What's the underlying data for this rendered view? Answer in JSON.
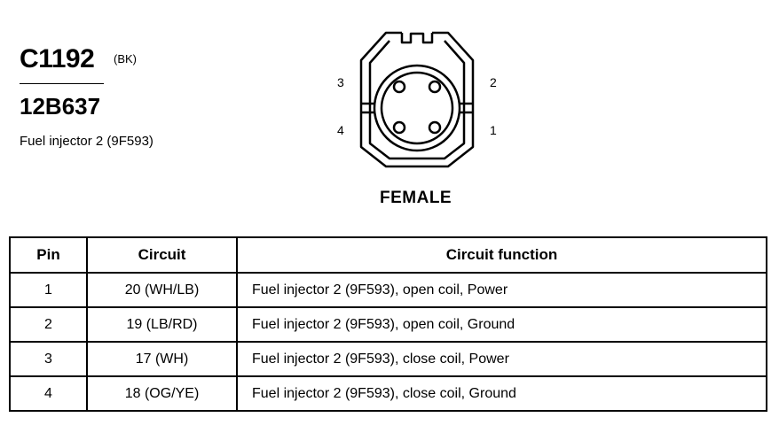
{
  "connector": {
    "id": "C1192",
    "color_code": "(BK)",
    "part_number": "12B637",
    "description": "Fuel injector 2 (9F593)",
    "gender": "FEMALE",
    "pin_labels": {
      "p1": "1",
      "p2": "2",
      "p3": "3",
      "p4": "4"
    }
  },
  "table": {
    "headers": {
      "pin": "Pin",
      "circuit": "Circuit",
      "function": "Circuit function"
    },
    "rows": [
      {
        "pin": "1",
        "circuit": "20 (WH/LB)",
        "function": "Fuel injector 2 (9F593), open coil, Power"
      },
      {
        "pin": "2",
        "circuit": "19 (LB/RD)",
        "function": "Fuel injector 2 (9F593), open coil, Ground"
      },
      {
        "pin": "3",
        "circuit": "17 (WH)",
        "function": "Fuel injector 2 (9F593), close coil, Power"
      },
      {
        "pin": "4",
        "circuit": "18 (OG/YE)",
        "function": "Fuel injector 2 (9F593), close coil, Ground"
      }
    ]
  }
}
